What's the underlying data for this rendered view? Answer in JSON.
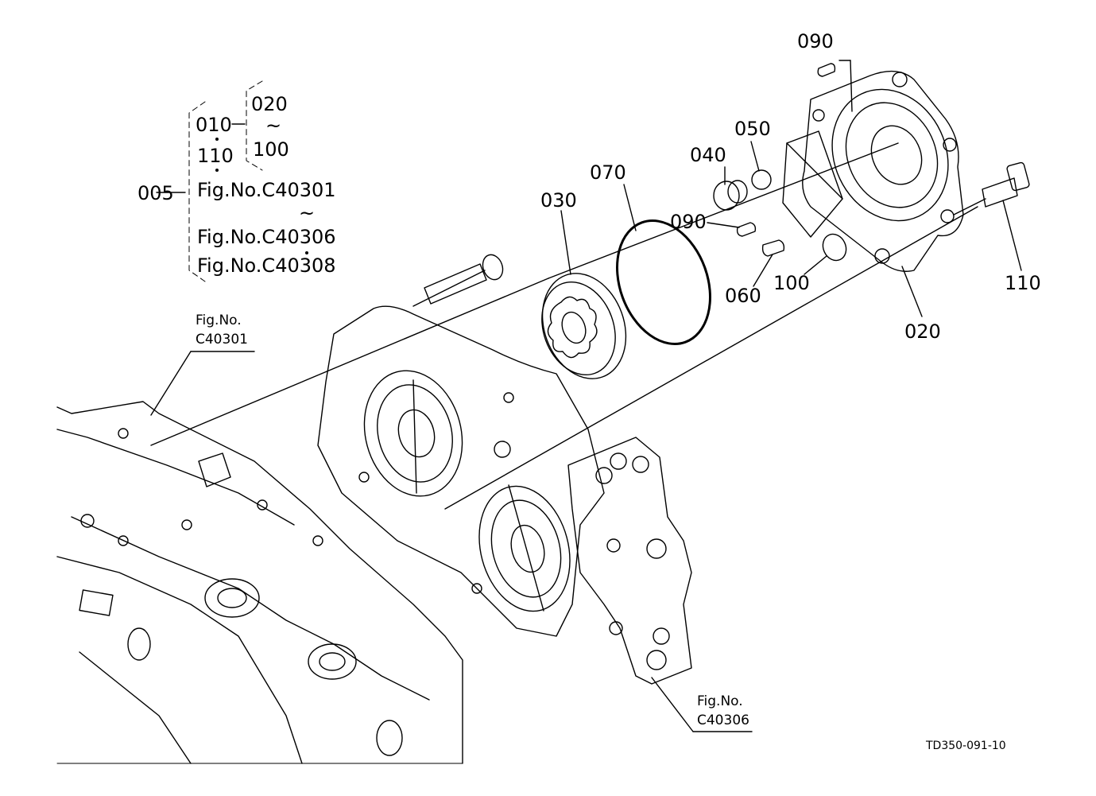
{
  "part_labels": {
    "p090_top": "090",
    "p050": "050",
    "p040": "040",
    "p070": "070",
    "p030": "030",
    "p090_mid": "090",
    "p060": "060",
    "p100": "100",
    "p020": "020",
    "p110": "110"
  },
  "tree": {
    "root": "005",
    "n010": "010",
    "n110": "110",
    "n020": "020",
    "tilde1": "~",
    "n100": "100",
    "fig_a": "Fig.No.C40301",
    "tilde2": "~",
    "fig_b": "Fig.No.C40306",
    "fig_c": "Fig.No.C40308"
  },
  "references": {
    "left_line1": "Fig.No.",
    "left_line2": "C40301",
    "right_line1": "Fig.No.",
    "right_line2": "C40306"
  },
  "drawing_code": "TD350-091-10"
}
